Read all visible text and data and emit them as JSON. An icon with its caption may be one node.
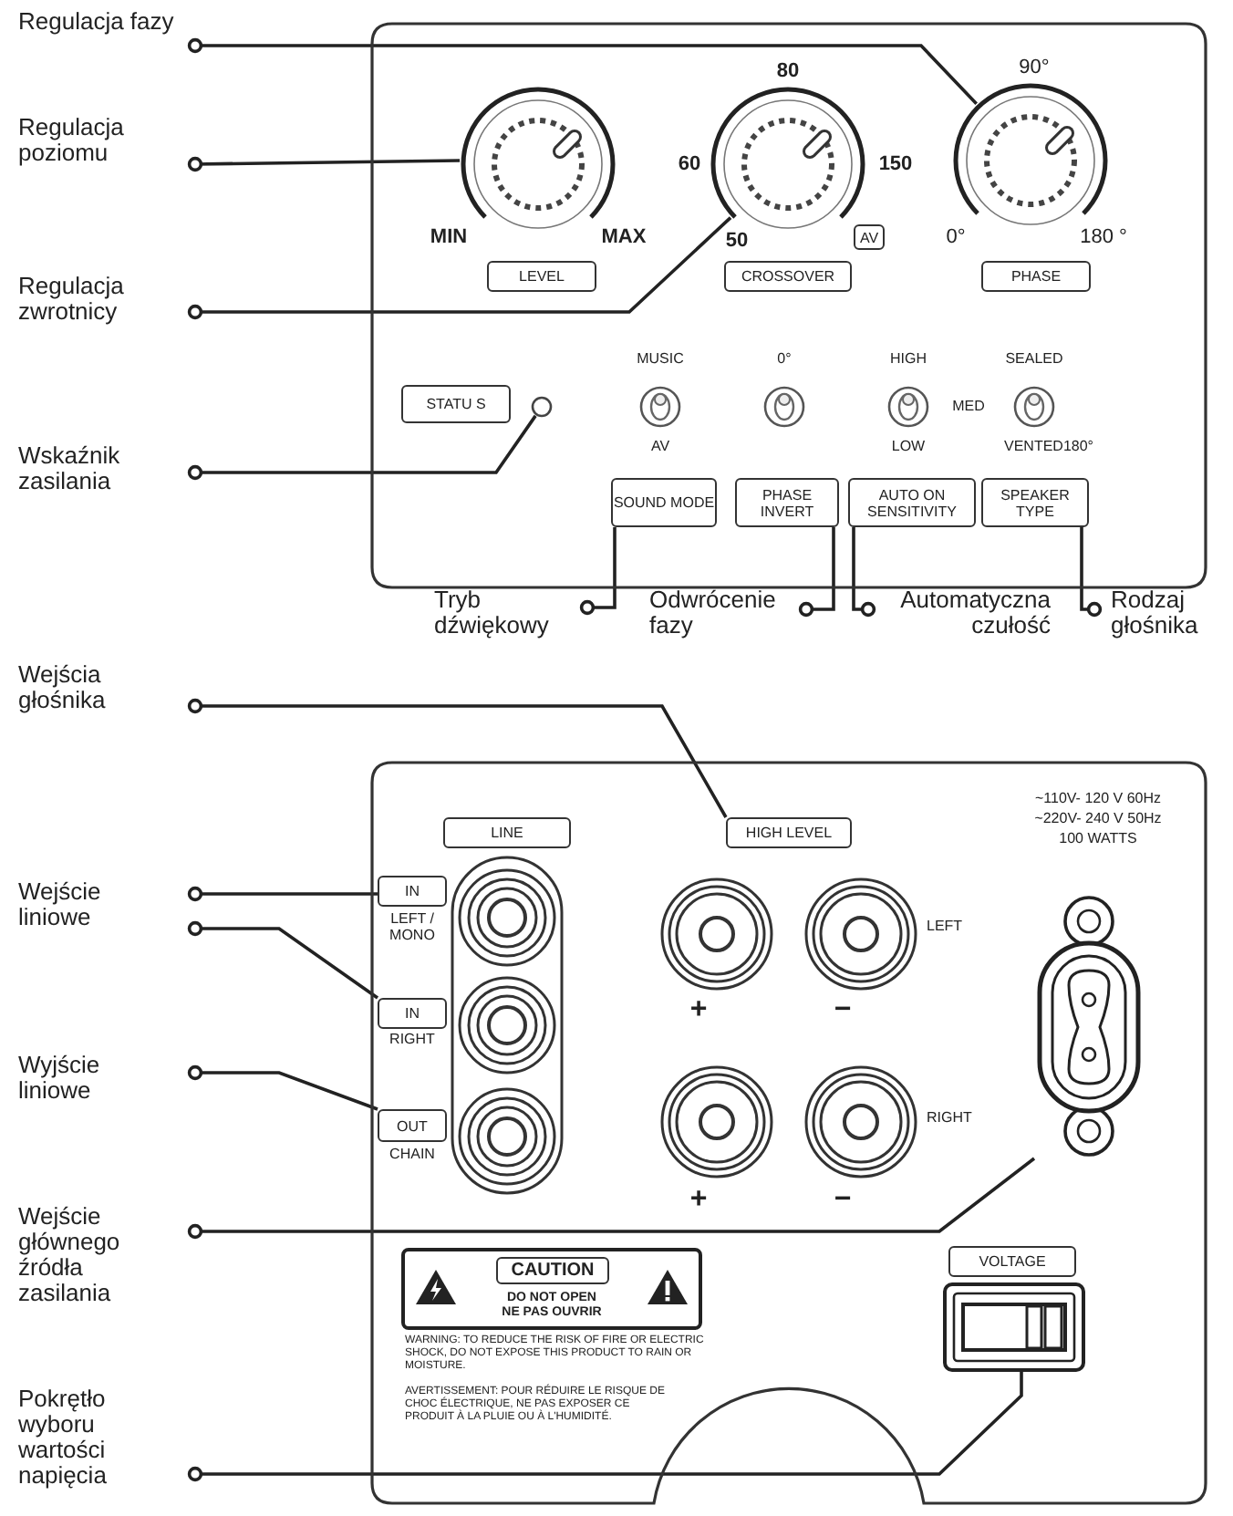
{
  "diagram": {
    "nodes": [
      {
        "text": [
          "Regulacja fazy"
        ]
      },
      {
        "text": [
          "Regulacja poziomu"
        ]
      },
      {
        "text": [
          "Regulacja zwrotnicy"
        ]
      },
      {
        "text": [
          "Wskaźnik zasilania"
        ]
      },
      {
        "text": [
          "Tryb dźwiękowy"
        ]
      },
      {
        "text": [
          "Odwrócenie fazy"
        ]
      },
      {
        "text": [
          "Automatyczna czułość"
        ]
      },
      {
        "text": [
          "Rodzaj głośnika"
        ]
      },
      {
        "text": [
          "Wejścia głośnika"
        ]
      },
      {
        "text": [
          "Wejście liniowe"
        ]
      },
      {
        "text": [
          "Wyjście liniowe"
        ]
      },
      {
        "text": [
          "Wejście głównego źródła zasilania"
        ]
      },
      {
        "text": [
          "Pokrętło wyboru wartości napięcia"
        ]
      },
      {
        "text": [],
        "shape": "box"
      },
      {
        "text": [],
        "shape": "knob",
        "in": 13,
        "beside": [
          "MIN",
          "MAX"
        ]
      },
      {
        "text": [
          "LEVEL"
        ],
        "in": 13
      },
      {
        "text": [],
        "shape": "knob",
        "in": 13,
        "beside": [
          "80",
          "60",
          "150",
          "50"
        ]
      },
      {
        "text": [
          "AV"
        ],
        "in": 13
      },
      {
        "text": [
          "CROSSOVER"
        ],
        "in": 13
      },
      {
        "text": [],
        "shape": "knob",
        "in": 13,
        "beside": [
          "90°",
          "0°",
          "180 °"
        ]
      },
      {
        "text": [
          "PHASE"
        ],
        "in": 13
      },
      {
        "text": [
          "STATU S"
        ],
        "in": 13
      },
      {
        "text": [],
        "shape": "circle",
        "in": 13
      },
      {
        "text": [],
        "shape": "toggle",
        "in": 13,
        "beside": [
          "MUSIC",
          "AV"
        ]
      },
      {
        "text": [],
        "shape": "toggle",
        "in": 13,
        "beside": [
          "0°"
        ]
      },
      {
        "text": [],
        "shape": "toggle",
        "in": 13,
        "beside": [
          "HIGH",
          "MED",
          "LOW"
        ]
      },
      {
        "text": [],
        "shape": "toggle",
        "in": 13,
        "beside": [
          "SEALED",
          "VENTED180°"
        ]
      },
      {
        "text": [
          "SOUND MODE"
        ],
        "in": 13
      },
      {
        "text": [
          "PHASE INVERT"
        ],
        "in": 13
      },
      {
        "text": [
          "AUTO ON SENSITIVITY"
        ],
        "in": 13
      },
      {
        "text": [
          "SPEAKER TYPE"
        ],
        "in": 13
      },
      {
        "text": [],
        "shape": "box"
      },
      {
        "text": [
          "LINE"
        ],
        "in": 31
      },
      {
        "text": [
          "HIGH LEVEL"
        ],
        "in": 31
      },
      {
        "text": [
          "IN"
        ],
        "in": 31,
        "beside": [
          "LEFT / MONO"
        ]
      },
      {
        "text": [
          "IN"
        ],
        "in": 31,
        "beside": [
          "RIGHT"
        ]
      },
      {
        "text": [
          "OUT"
        ],
        "in": 31,
        "beside": [
          "CHAIN"
        ]
      },
      {
        "text": [],
        "shape": "socket",
        "in": 31
      },
      {
        "text": [
          "DO NOT OPEN",
          "NE PAS OUVRIR"
        ],
        "in": 31
      },
      {
        "text": [
          "CAUTION"
        ],
        "in": 38
      },
      {
        "text": [
          "VOLTAGE"
        ],
        "in": 31
      },
      {
        "text": [],
        "shape": "switch",
        "in": 31
      }
    ],
    "edges": [
      {
        "from": 0,
        "to": 19,
        "arrow": "other"
      },
      {
        "from": 1,
        "to": 14,
        "arrow": "other"
      },
      {
        "from": 2,
        "to": 16,
        "arrow": "other"
      },
      {
        "from": 3,
        "to": 22,
        "arrow": "other"
      },
      {
        "from": 4,
        "to": 27,
        "arrow": "other"
      },
      {
        "from": 5,
        "to": 28,
        "arrow": "other"
      },
      {
        "from": 6,
        "to": 29,
        "arrow": "other"
      },
      {
        "from": 7,
        "to": 30,
        "arrow": "other"
      },
      {
        "from": 8,
        "to": 33,
        "arrow": "other"
      },
      {
        "from": 9,
        "to": 34,
        "arrow": "other"
      },
      {
        "from": 9,
        "to": 35,
        "arrow": "other"
      },
      {
        "from": 10,
        "to": 36,
        "arrow": "other"
      },
      {
        "from": 11,
        "to": 37,
        "arrow": "other"
      },
      {
        "from": 12,
        "to": 41,
        "arrow": "other"
      }
    ],
    "labels": [
      "~110V- 120 V 60Hz",
      "~220V- 240 V 50Hz",
      "100 WATTS",
      "LEFT",
      "+",
      "−",
      "RIGHT",
      "+",
      "−",
      "WARNING: TO REDUCE THE RISK OF FIRE OR ELECTRIC SHOCK, DO NOT EXPOSE THIS PRODUCT TO RAIN OR MOISTURE.",
      "AVERTISSEMENT: POUR RÉDUIRE LE RISQUE DE CHOC ÉLECTRIQUE, NE PAS EXPOSER CE PRODUIT À LA PLUIE OU À L'HUMIDITÉ."
    ]
  }
}
